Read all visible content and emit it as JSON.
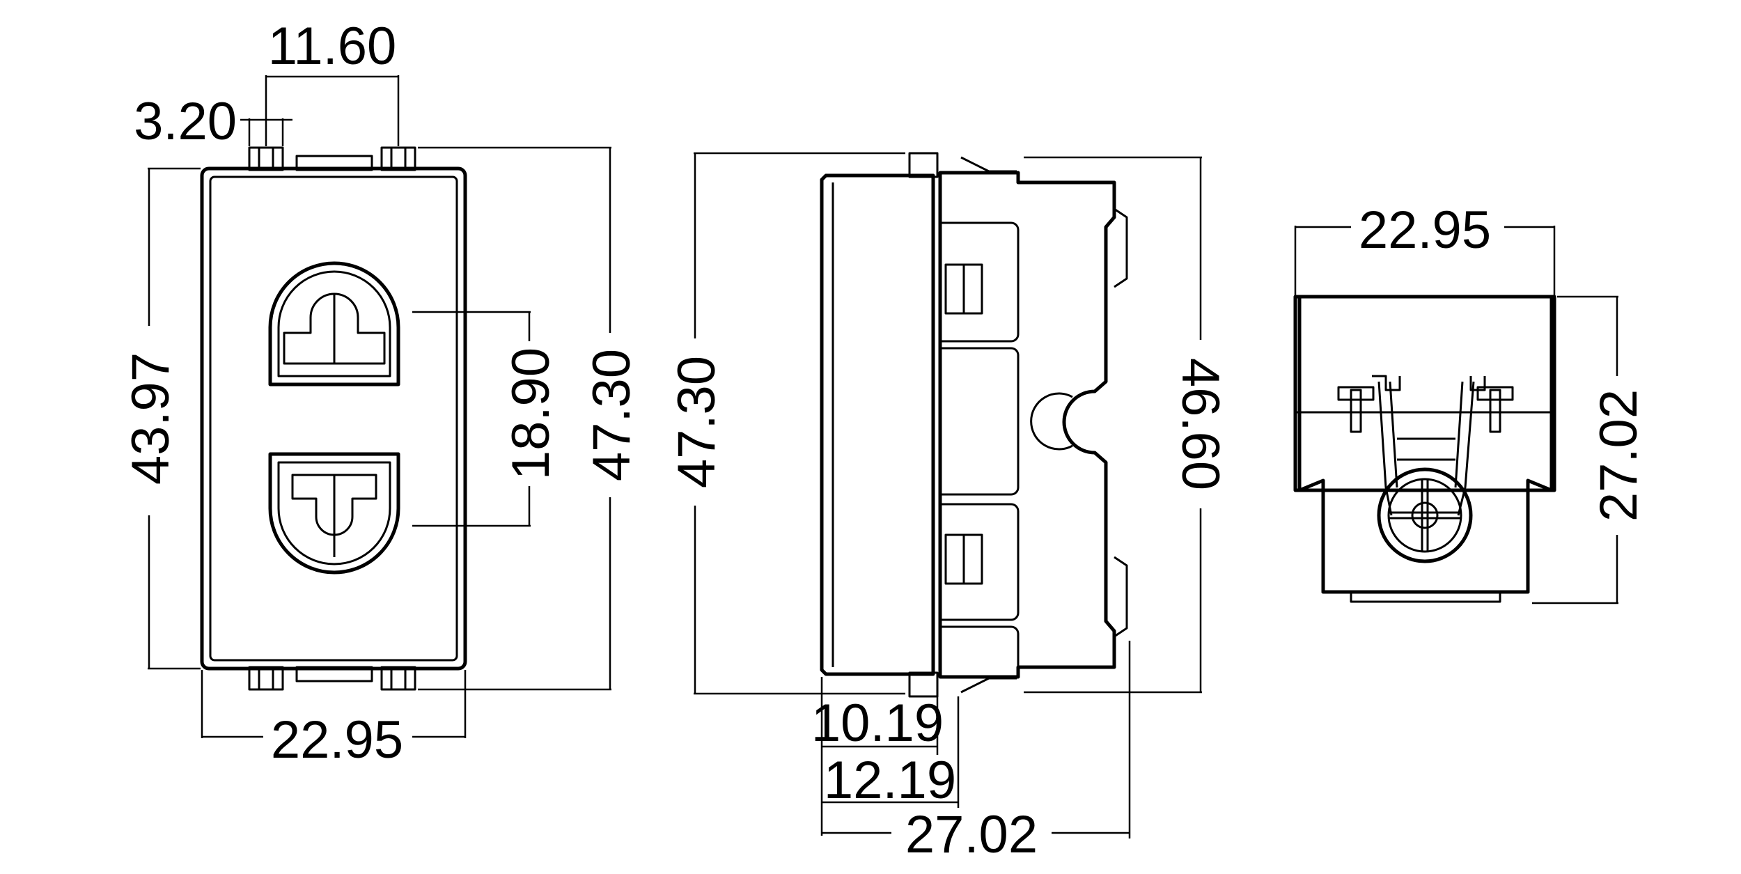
{
  "colors": {
    "line": "#000000",
    "background": "#ffffff"
  },
  "front_view": {
    "dim_pin_pitch": "11.60",
    "dim_pin_width": "3.20",
    "dim_face_height": "43.97",
    "dim_socket_pitch": "18.90",
    "dim_total_height": "47.30",
    "dim_width": "22.95"
  },
  "side_view": {
    "dim_height_left": "47.30",
    "dim_height_right": "46.60",
    "dim_front_depth": "10.19",
    "dim_flange_depth": "12.19",
    "dim_total_depth": "27.02"
  },
  "bottom_view": {
    "dim_width": "22.95",
    "dim_depth": "27.02"
  }
}
